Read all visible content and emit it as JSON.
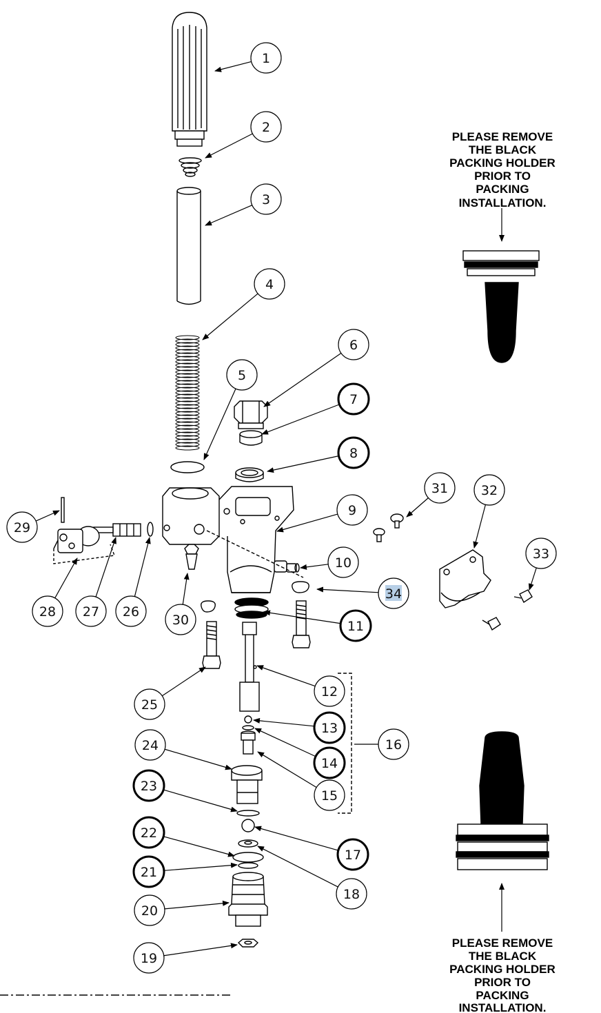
{
  "callouts": [
    {
      "label": "1",
      "emphasis": false
    },
    {
      "label": "2",
      "emphasis": false
    },
    {
      "label": "3",
      "emphasis": false
    },
    {
      "label": "4",
      "emphasis": false
    },
    {
      "label": "5",
      "emphasis": false
    },
    {
      "label": "6",
      "emphasis": false
    },
    {
      "label": "7",
      "emphasis": true
    },
    {
      "label": "8",
      "emphasis": true
    },
    {
      "label": "9",
      "emphasis": false
    },
    {
      "label": "10",
      "emphasis": false
    },
    {
      "label": "11",
      "emphasis": true
    },
    {
      "label": "12",
      "emphasis": false
    },
    {
      "label": "13",
      "emphasis": true
    },
    {
      "label": "14",
      "emphasis": true
    },
    {
      "label": "15",
      "emphasis": false
    },
    {
      "label": "16",
      "emphasis": false
    },
    {
      "label": "17",
      "emphasis": true
    },
    {
      "label": "18",
      "emphasis": false
    },
    {
      "label": "19",
      "emphasis": false
    },
    {
      "label": "20",
      "emphasis": false
    },
    {
      "label": "21",
      "emphasis": true
    },
    {
      "label": "22",
      "emphasis": true
    },
    {
      "label": "23",
      "emphasis": true
    },
    {
      "label": "24",
      "emphasis": false
    },
    {
      "label": "25",
      "emphasis": false
    },
    {
      "label": "26",
      "emphasis": false
    },
    {
      "label": "27",
      "emphasis": false
    },
    {
      "label": "28",
      "emphasis": false
    },
    {
      "label": "29",
      "emphasis": false
    },
    {
      "label": "30",
      "emphasis": false
    },
    {
      "label": "31",
      "emphasis": false
    },
    {
      "label": "32",
      "emphasis": false
    },
    {
      "label": "33",
      "emphasis": false
    },
    {
      "label": "34",
      "emphasis": false,
      "highlighted": true
    }
  ],
  "notes": {
    "top": [
      "PLEASE REMOVE",
      "THE BLACK",
      "PACKING HOLDER",
      "PRIOR TO",
      "PACKING",
      "INSTALLATION."
    ],
    "bottom": [
      "PLEASE REMOVE",
      "THE BLACK",
      "PACKING HOLDER",
      "PRIOR TO",
      "PACKING",
      "INSTALLATION."
    ]
  },
  "colors": {
    "line": "#000000",
    "highlight": "#b7cfe6",
    "packing_holder": "#000000"
  }
}
